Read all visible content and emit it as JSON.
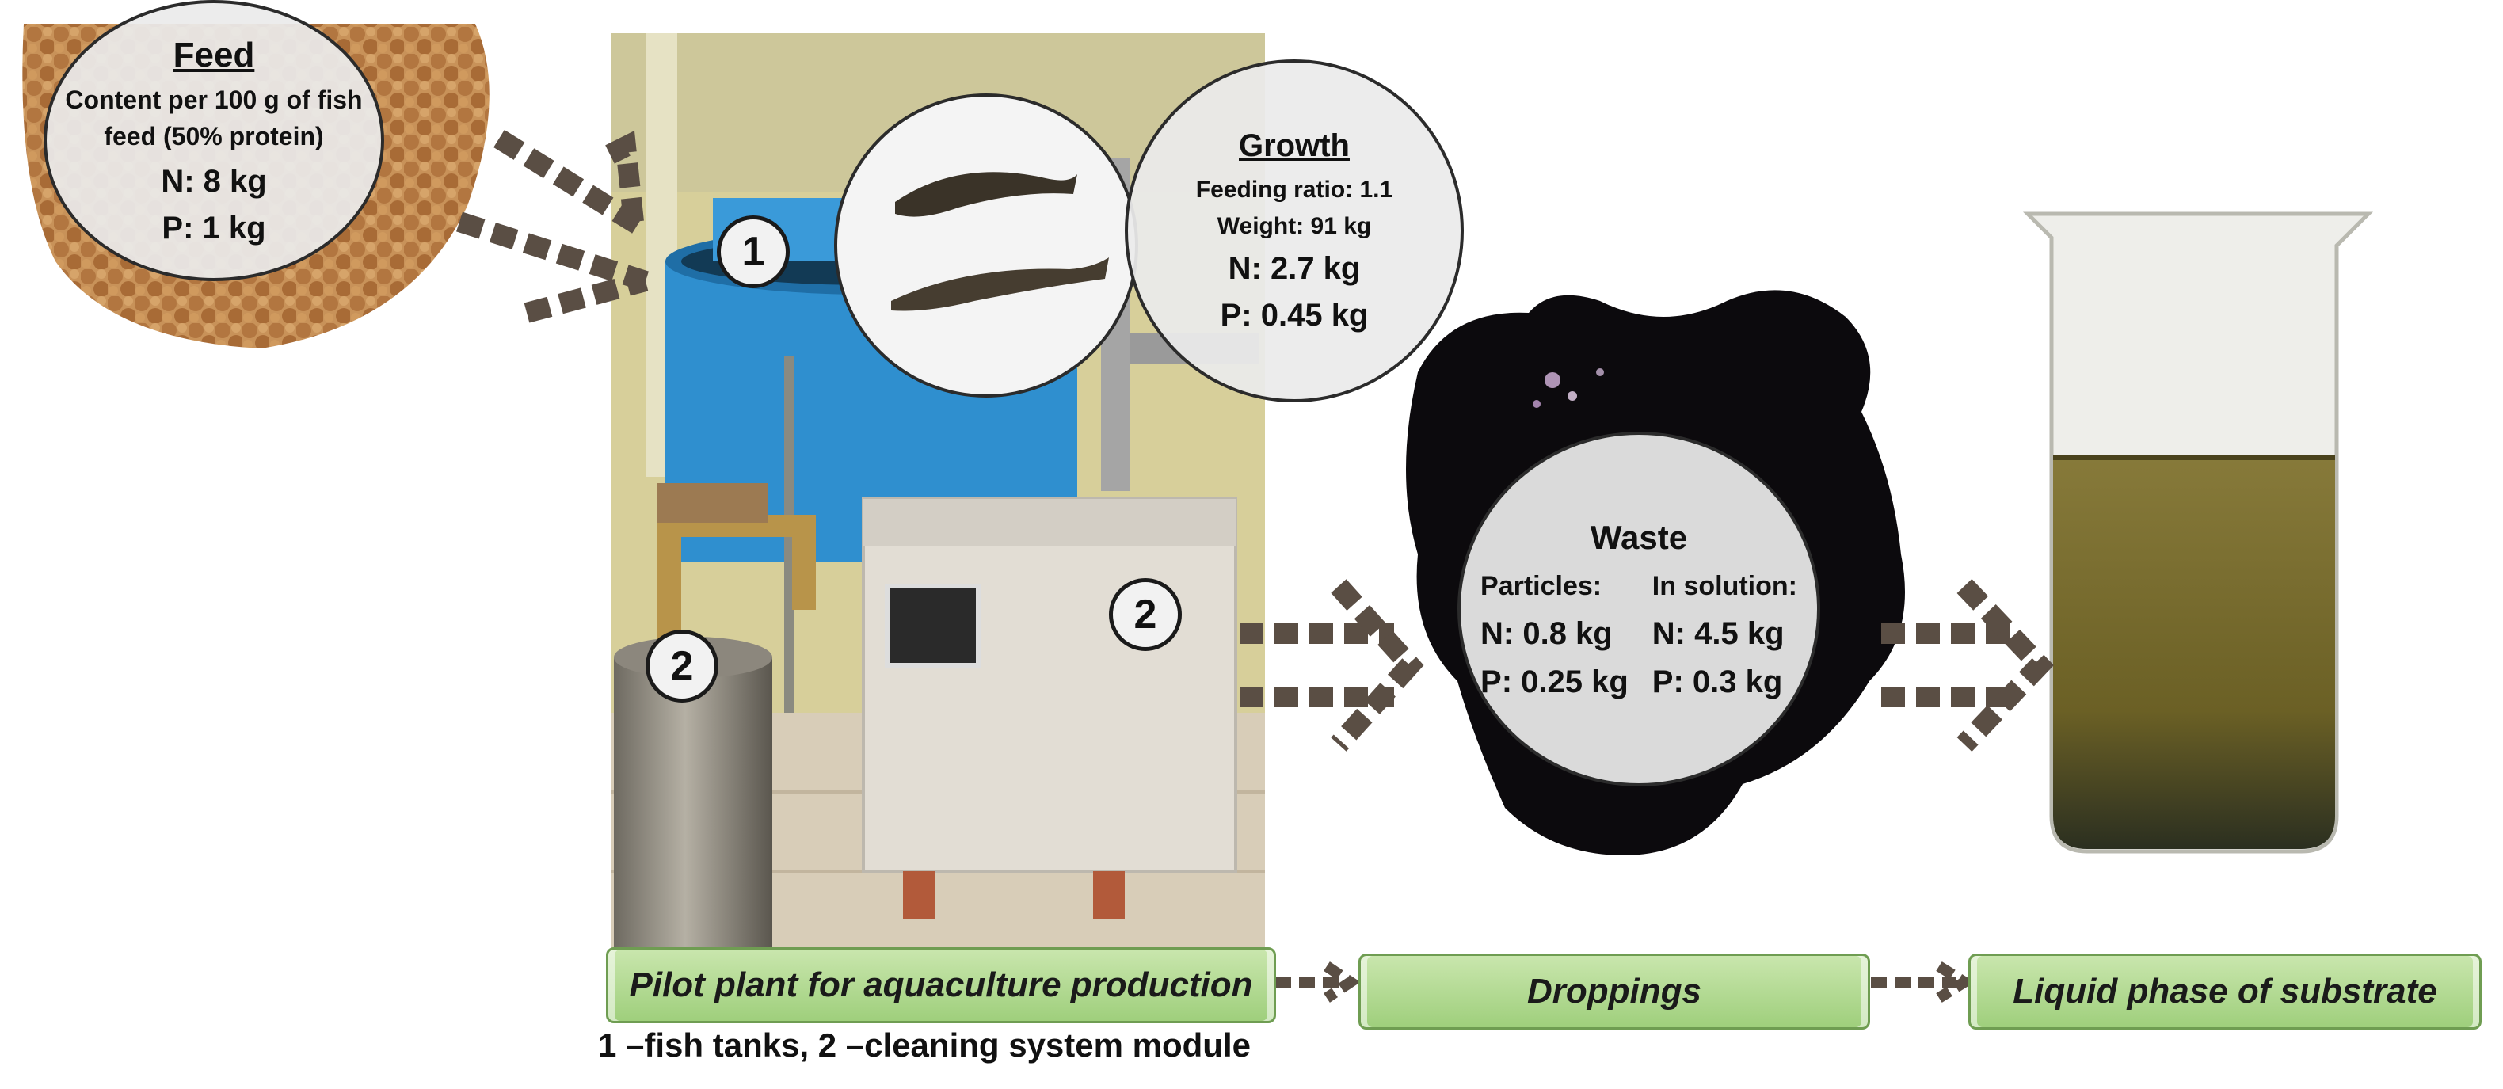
{
  "feed": {
    "title": "Feed",
    "content_line": "Content per 100 g of fish feed (50% protein)",
    "n": "N: 8 kg",
    "p": "P: 1 kg"
  },
  "growth": {
    "title": "Growth",
    "feeding_ratio": "Feeding ratio: 1.1",
    "weight": "Weight: 91 kg",
    "n": "N: 2.7 kg",
    "p": "P: 0.45 kg"
  },
  "waste": {
    "title": "Waste",
    "particles_label": "Particles:",
    "solution_label": "In solution:",
    "particles_n": "N: 0.8 kg",
    "particles_p": "P: 0.25 kg",
    "solution_n": "N: 4.5 kg",
    "solution_p": "P: 0.3 kg"
  },
  "badges": {
    "tanks": "1",
    "cleaning": "2"
  },
  "stages": {
    "pilot_plant": "Pilot plant for aquaculture production",
    "droppings": "Droppings",
    "liquid_phase": "Liquid phase of substrate"
  },
  "caption": "1 –fish tanks, 2 –cleaning system module",
  "colors": {
    "arrow": "#5a4e44",
    "stage_fill": "#a9d58a",
    "stage_border": "#6f9d52",
    "pellet": "#b9834d",
    "tank_blue": "#2f8fcf",
    "droppings": "#0c0a0d",
    "liquid": "#6b6025"
  }
}
